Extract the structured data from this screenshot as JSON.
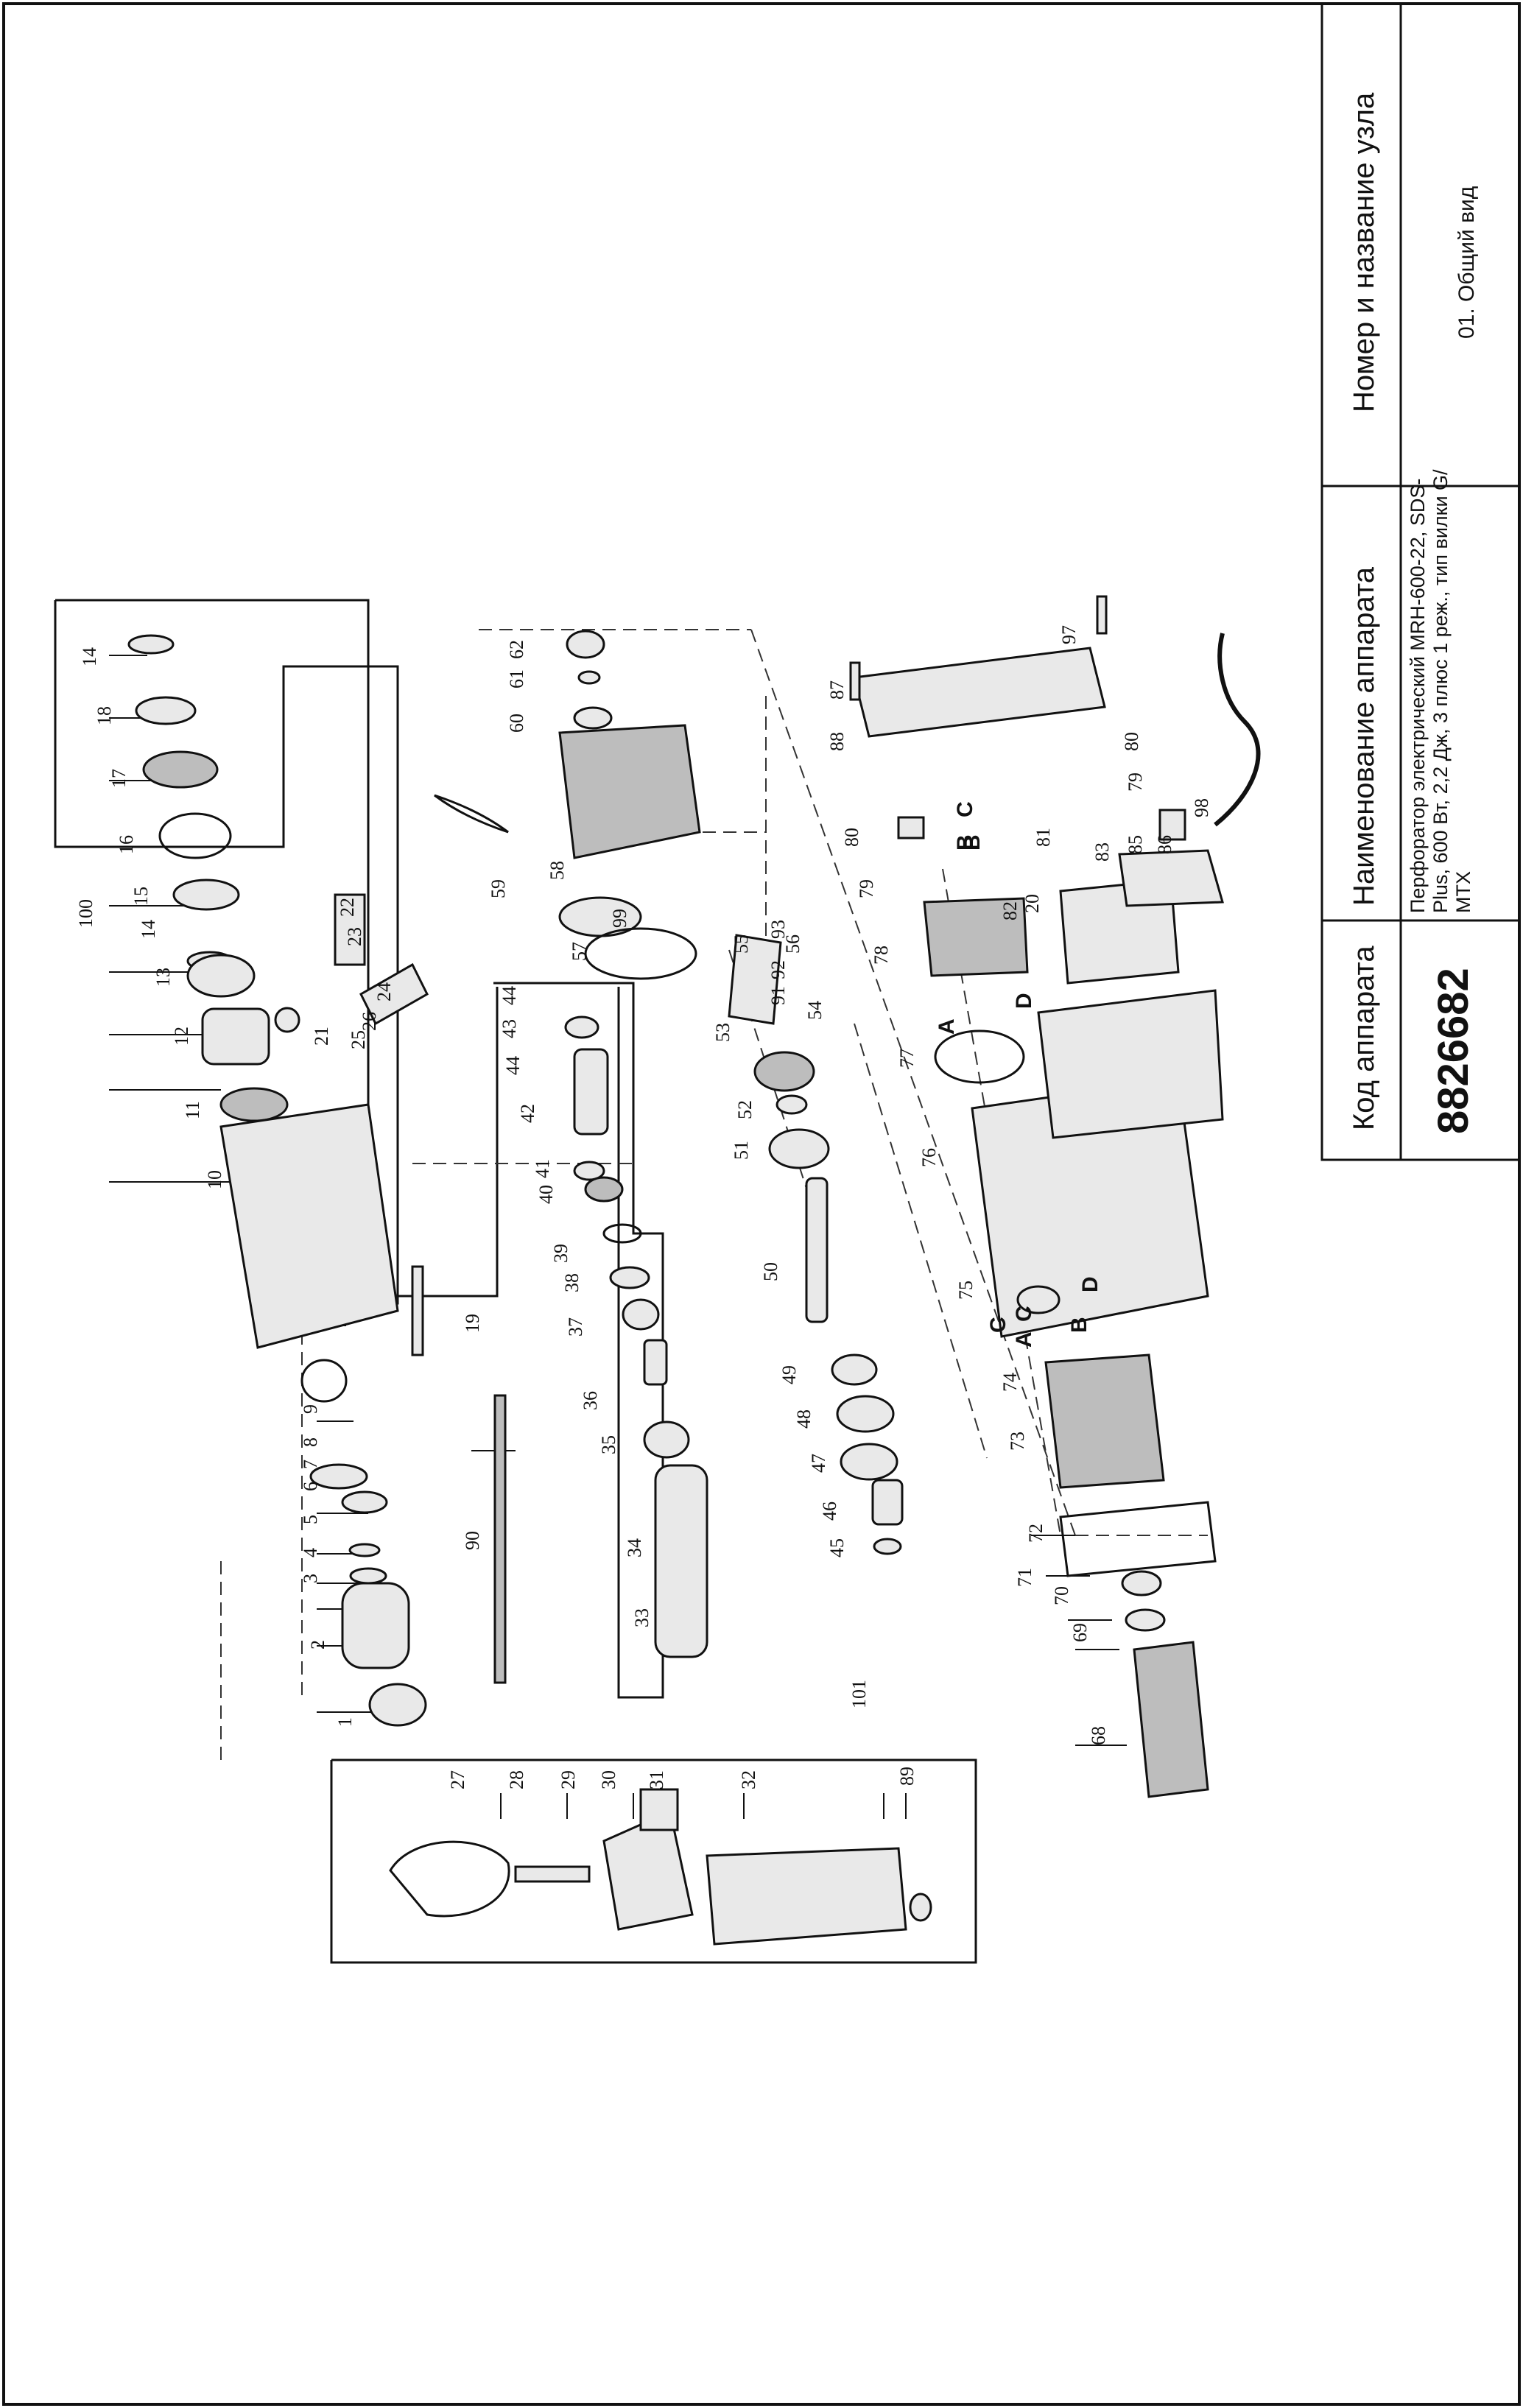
{
  "title_block": {
    "col_code_header": "Код аппарата",
    "col_device_header": "Наименование аппарата",
    "col_node_header": "Номер и название узла",
    "code_value": "8826682",
    "device_name": "Перфоратор электрический MRH-600-22, SDS-Plus, 600 Вт, 2,2 Дж, 3 плюс 1 реж., тип вилки G/ MTX",
    "node_value": "01. Общий вид"
  },
  "parts": [
    "1",
    "2",
    "3",
    "4",
    "5",
    "6",
    "7",
    "8",
    "9",
    "10",
    "11",
    "12",
    "13",
    "14",
    "14",
    "15",
    "16",
    "17",
    "18",
    "19",
    "20",
    "21",
    "22",
    "23",
    "24",
    "25",
    "26",
    "27",
    "28",
    "29",
    "30",
    "31",
    "32",
    "33",
    "34",
    "35",
    "36",
    "37",
    "38",
    "39",
    "40",
    "41",
    "42",
    "43",
    "44",
    "44",
    "45",
    "46",
    "47",
    "48",
    "49",
    "50",
    "51",
    "52",
    "53",
    "54",
    "55",
    "56",
    "57",
    "58",
    "59",
    "60",
    "61",
    "62",
    "68",
    "69",
    "70",
    "71",
    "72",
    "73",
    "74",
    "75",
    "76",
    "77",
    "78",
    "79",
    "79",
    "80",
    "80",
    "81",
    "82",
    "83",
    "85",
    "86",
    "87",
    "88",
    "89",
    "90",
    "91",
    "92",
    "93",
    "97",
    "98",
    "99",
    "100",
    "101"
  ],
  "connector_letters": [
    "A",
    "C",
    "B",
    "D",
    "A",
    "C",
    "B",
    "D",
    "B",
    "C"
  ],
  "colors": {
    "line": "#111111",
    "part_fill": "#e9e9e9",
    "part_shade": "#bdbdbd"
  }
}
